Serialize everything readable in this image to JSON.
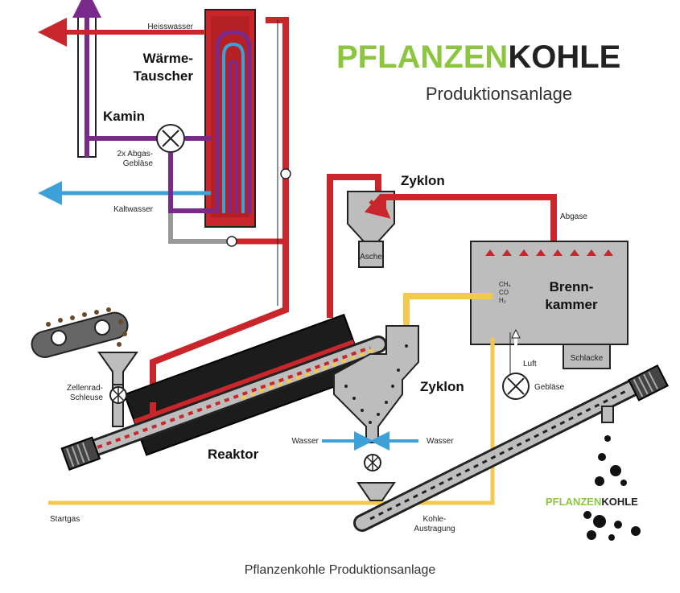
{
  "title": {
    "part1": "PFLANZEN",
    "part2": "KOHLE",
    "subtitle": "Produktionsanlage"
  },
  "labels": {
    "heisswasser": "Heisswasser",
    "waermetauscher_1": "Wärme-",
    "waermetauscher_2": "Tauscher",
    "kamin": "Kamin",
    "abgasgeblaese_1": "2x Abgas-",
    "abgasgeblaese_2": "Gebläse",
    "kaltwasser": "Kaltwasser",
    "zyklon_top": "Zyklon",
    "asche": "Asche",
    "abgase": "Abgase",
    "gas_ch4": "CH₄",
    "gas_co": "CO",
    "gas_h2": "H₂",
    "brennkammer_1": "Brenn-",
    "brennkammer_2": "kammer",
    "luft": "Luft",
    "schlacke": "Schlacke",
    "geblaese": "Gebläse",
    "zellenrad_1": "Zellenrad-",
    "zellenrad_2": "Schleuse",
    "zyklon_bottom": "Zyklon",
    "wasser_left": "Wasser",
    "wasser_right": "Wasser",
    "reaktor": "Reaktor",
    "startgas": "Startgas",
    "kohle_1": "Kohle-",
    "kohle_2": "Austragung"
  },
  "logo": {
    "part1": "PFLANZEN",
    "part2": "KOHLE"
  },
  "caption": "Pflanzenkohle Produktionsanlage",
  "colors": {
    "hot_pipe": "#c8262b",
    "cold_pipe": "#3ea0d8",
    "exhaust_pipe": "#7a2a8a",
    "gas_pipe": "#f2c94c",
    "vessel": "#bdbdbd",
    "brand_green": "#8cc63f",
    "brand_dark": "#222222"
  }
}
